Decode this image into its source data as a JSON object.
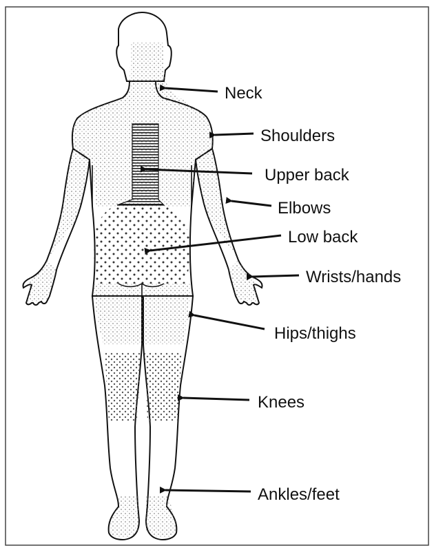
{
  "labels": {
    "neck": "Neck",
    "shoulders": "Shoulders",
    "upper_back": "Upper back",
    "elbows": "Elbows",
    "low_back": "Low back",
    "wrists_hands": "Wrists/hands",
    "hips_thighs": "Hips/thighs",
    "knees": "Knees",
    "ankles_feet": "Ankles/feet"
  },
  "colors": {
    "outline": "#111111",
    "stipple": "#6a6a6a",
    "hatch": "#222222",
    "frame": "#444444"
  }
}
